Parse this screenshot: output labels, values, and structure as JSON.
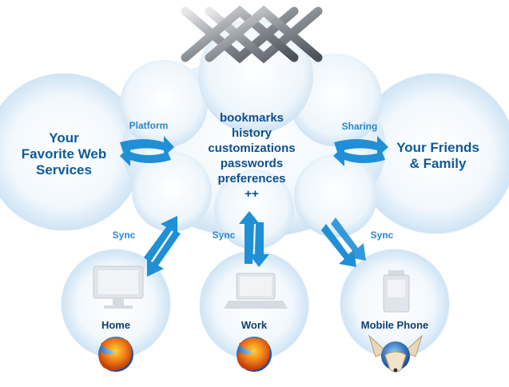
{
  "center": {
    "items": [
      "bookmarks",
      "history",
      "customizations",
      "passwords",
      "preferences",
      "++"
    ]
  },
  "left_node": {
    "label_line1": "Your",
    "label_line2": "Favorite Web",
    "label_line3": "Services"
  },
  "right_node": {
    "label_line1": "Your Friends",
    "label_line2": "& Family"
  },
  "connections": {
    "platform": "Platform",
    "sharing": "Sharing",
    "sync_left": "Sync",
    "sync_middle": "Sync",
    "sync_right": "Sync"
  },
  "bottom_nodes": {
    "home": "Home",
    "work": "Work",
    "mobile": "Mobile Phone"
  },
  "colors": {
    "arrow": "#1f8fd6",
    "text": "#0e4f8a",
    "bubble": "#e9f3fb"
  }
}
